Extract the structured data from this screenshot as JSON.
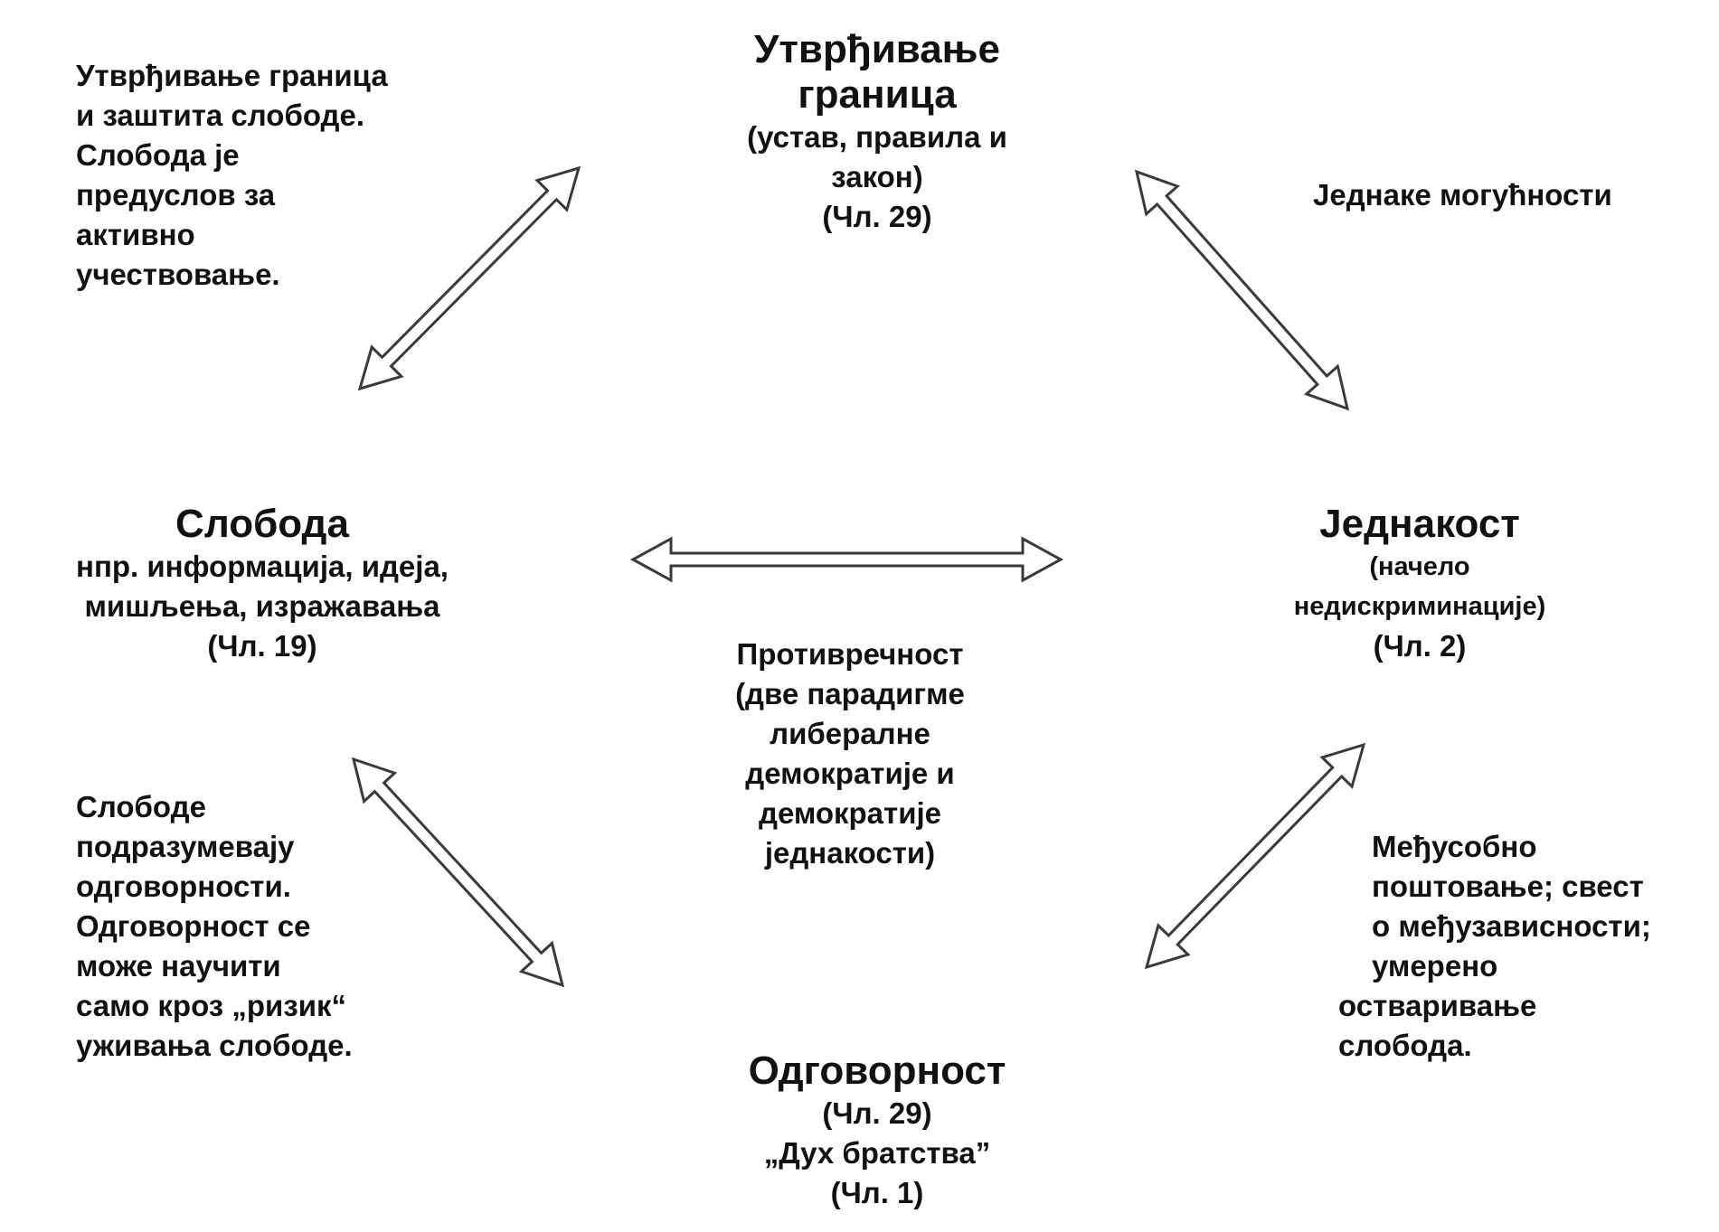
{
  "nodes": {
    "top": {
      "title": [
        "Утврђивање",
        "граница"
      ],
      "lines": [
        "(устав, правила и",
        "закон)",
        "(Чл. 29)"
      ]
    },
    "left": {
      "title": [
        "Слобода"
      ],
      "lines": [
        "нпр. информација, идеја,",
        "мишљења, изражавања",
        "(Чл. 19)"
      ]
    },
    "right": {
      "title": [
        "Једнакост"
      ],
      "lines": [
        "(начело",
        "недискриминације)",
        "(Чл. 2)"
      ]
    },
    "bottom": {
      "title": [
        "Одговорност"
      ],
      "lines": [
        "(Чл. 29)",
        "„Дух братства”",
        "(Чл. 1)"
      ]
    },
    "center": {
      "lines": [
        "Противречност",
        "(две парадигме",
        "либералне",
        "демократије  и",
        "демократије",
        "једнакости)"
      ]
    }
  },
  "notes": {
    "top_left": [
      "Утврђивање граница",
      "и заштита слободе.",
      "Слобода је",
      "предуслов за",
      "активно",
      "учествовање."
    ],
    "top_right": [
      "Једнаке могућности"
    ],
    "bottom_left": [
      "Слободе",
      "подразумевају",
      "одговорности.",
      "Одговорност се",
      "може научити",
      "само кроз „ризик“",
      "уживања слободе."
    ],
    "bottom_right": [
      "Међусобно",
      "поштовање; свест",
      "о међузависности;",
      "умерено",
      "остваривање",
      "слобода."
    ]
  },
  "arrows": [
    "top-left-double-arrow",
    "top-right-double-arrow",
    "center-horizontal-double-arrow",
    "bottom-left-double-arrow",
    "bottom-right-double-arrow"
  ]
}
